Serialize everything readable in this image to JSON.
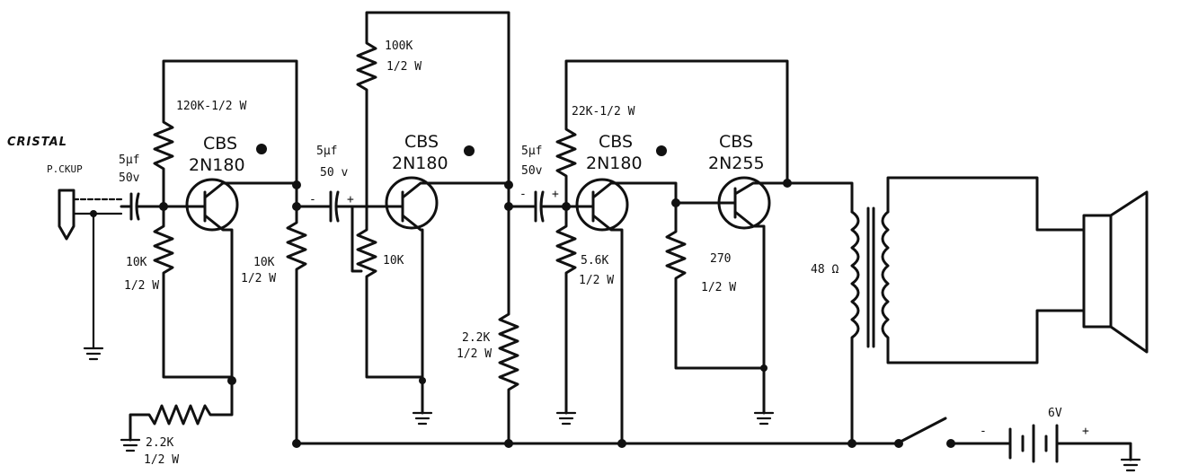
{
  "pickup": {
    "title": "CRISTAL",
    "label": "P.CKUP"
  },
  "capacitors": [
    {
      "value": "5μf",
      "voltage": "50v"
    },
    {
      "value": "5μf",
      "voltage": "50 v"
    },
    {
      "value": "5μf",
      "voltage": "50v"
    }
  ],
  "resistors": {
    "r1": {
      "value": "120K-1/2 W"
    },
    "r2": {
      "value": "10K",
      "rating": "1/2 W"
    },
    "r3": {
      "value": "10K",
      "rating": "1/2 W"
    },
    "r4": {
      "value": "100K",
      "rating": "1/2 W"
    },
    "r5": {
      "value": "10K"
    },
    "r6": {
      "value": "22K-1/2 W"
    },
    "r7": {
      "value": "2.2K",
      "rating": "1/2 W"
    },
    "r8": {
      "value": "5.6K",
      "rating": "1/2 W"
    },
    "r9": {
      "value": "270",
      "rating": "1/2 W"
    },
    "r10": {
      "value": "2.2K",
      "rating": "1/2 W"
    }
  },
  "transistors": [
    {
      "brand": "CBS",
      "model": "2N180"
    },
    {
      "brand": "CBS",
      "model": "2N180"
    },
    {
      "brand": "CBS",
      "model": "2N180"
    },
    {
      "brand": "CBS",
      "model": "2N255"
    }
  ],
  "transformer": {
    "impedance": "48 Ω"
  },
  "battery": {
    "voltage": "6V",
    "minus": "-",
    "plus": "+"
  },
  "polarity": {
    "minus": "-",
    "plus": "+"
  }
}
